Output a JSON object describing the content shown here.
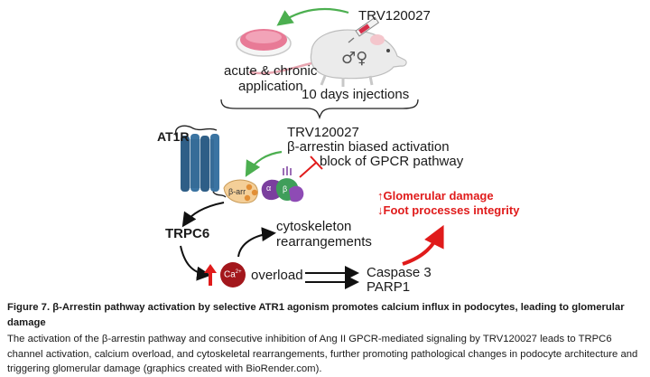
{
  "diagram": {
    "drug_top": "TRV120027",
    "application_label_1": "acute & chronic",
    "application_label_2": "application",
    "injections_label": "10 days injections",
    "receptor": "AT1R",
    "drug_mid": "TRV120027",
    "biased_activation": "β-arrestin biased activation",
    "block_label": "block of GPCR pathway",
    "beta_arr_label": "β-arr",
    "g_alpha_label": "α",
    "g_beta_label": "β",
    "channel": "TRPC6",
    "cytoskeleton_1": "cytoskeleton",
    "cytoskeleton_2": "rearrangements",
    "calcium": "Ca",
    "calcium_charge": "2+",
    "overload": "overload",
    "caspase": "Caspase 3",
    "parp": "PARP1",
    "effect_1": "↑Glomerular damage",
    "effect_2": "↓Foot processes integrity",
    "colors": {
      "receptor": "#2f5f87",
      "arrow_green": "#4caf50",
      "arrow_red": "#e01b1b",
      "calcium_fill": "#a3171c",
      "g_protein": "#7b3f9e",
      "g_beta": "#3f9e5a",
      "beta_arrestin": "#f4cf98",
      "petri": "#e87a96"
    }
  },
  "caption": {
    "title": "Figure 7. β-Arrestin pathway activation by selective ATR1 agonism promotes calcium influx in podocytes, leading to glomerular damage",
    "body": "The activation of the β-arrestin pathway and consecutive inhibition of Ang II GPCR-mediated signaling by TRV120027 leads to TRPC6 channel activation, calcium overload, and cytoskeletal rearrangements, further promoting pathological changes in podocyte architecture and triggering glomerular damage (graphics created with BioRender.com)."
  }
}
